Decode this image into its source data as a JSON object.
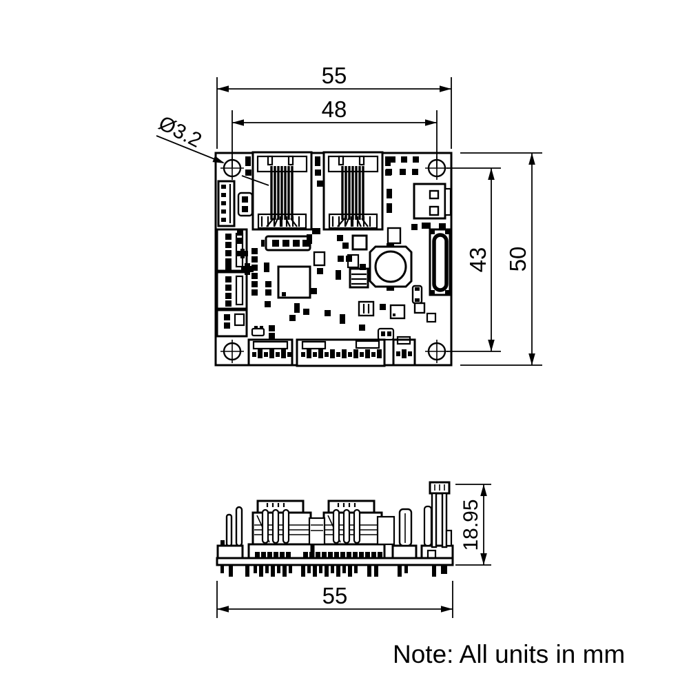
{
  "drawing": {
    "note": "Note: All units in mm",
    "top_view": {
      "board_width_mm": "55",
      "hole_spacing_x_mm": "48",
      "hole_diameter": "Ø3.2",
      "hole_spacing_y_mm": "43",
      "board_height_mm": "50"
    },
    "side_view": {
      "height_mm": "18.95",
      "width_mm": "55"
    }
  }
}
